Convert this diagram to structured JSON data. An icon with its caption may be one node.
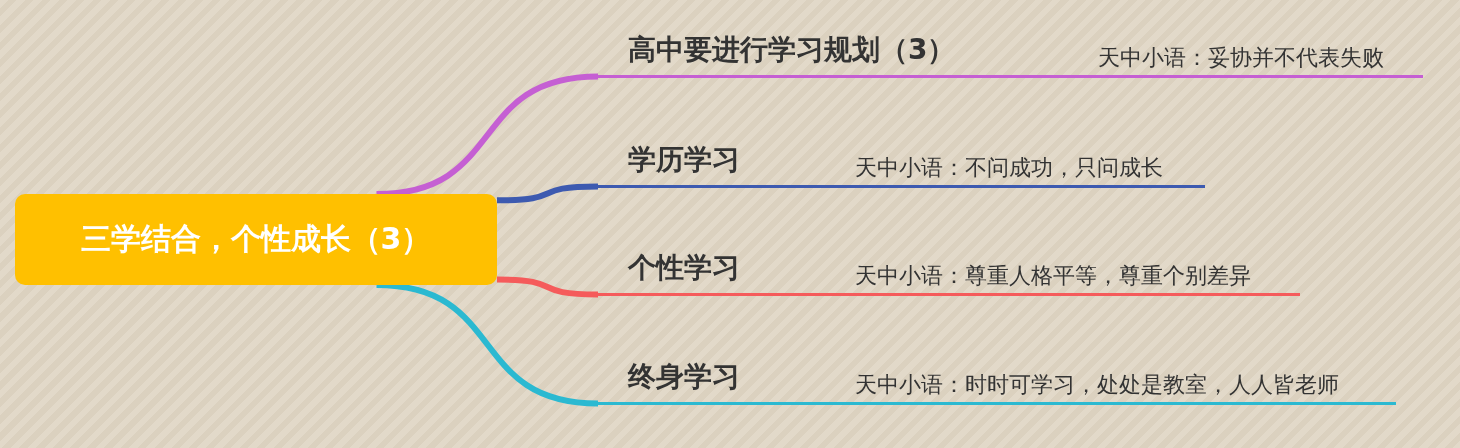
{
  "diagram": {
    "nodes": [
      {
        "text": [
          "三学结合，个性成长（3）"
        ]
      },
      {
        "text": [
          "高中要进行学习规划（3）",
          "天中小语：妥协并不代表失败"
        ]
      },
      {
        "text": [
          "学历学习",
          "天中小语：不问成功，只问成长"
        ]
      },
      {
        "text": [
          "个性学习",
          "天中小语：尊重人格平等，尊重个别差异"
        ]
      },
      {
        "text": [
          "终身学习",
          "天中小语：时时可学习，处处是教室，人人皆老师"
        ]
      }
    ],
    "edges": [
      {
        "from": 0,
        "to": 1,
        "arrow": "none",
        "color": "#c55fd3"
      },
      {
        "from": 0,
        "to": 2,
        "arrow": "none",
        "color": "#3d5ab0"
      },
      {
        "from": 0,
        "to": 3,
        "arrow": "none",
        "color": "#f55b5b"
      },
      {
        "from": 0,
        "to": 4,
        "arrow": "none",
        "color": "#2bb9d1"
      }
    ]
  }
}
